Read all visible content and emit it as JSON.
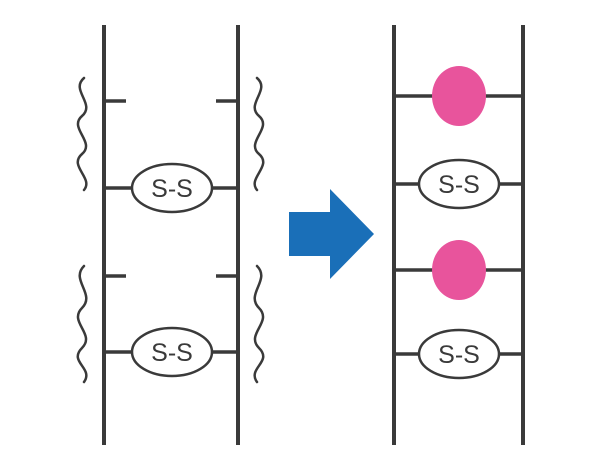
{
  "colors": {
    "line": "#3a3a3a",
    "arrow": "#1a6fb8",
    "new_bond": "#e8549c",
    "background": "#ffffff"
  },
  "before_panel": {
    "bonds": [
      {
        "label": "S-S"
      },
      {
        "label": "S-S"
      }
    ],
    "broken_bond_count": 2
  },
  "arrow": {
    "direction": "right"
  },
  "after_panel": {
    "bonds": [
      {
        "type": "new_bond"
      },
      {
        "type": "disulfide",
        "label": "S-S"
      },
      {
        "type": "new_bond"
      },
      {
        "type": "disulfide",
        "label": "S-S"
      }
    ]
  }
}
